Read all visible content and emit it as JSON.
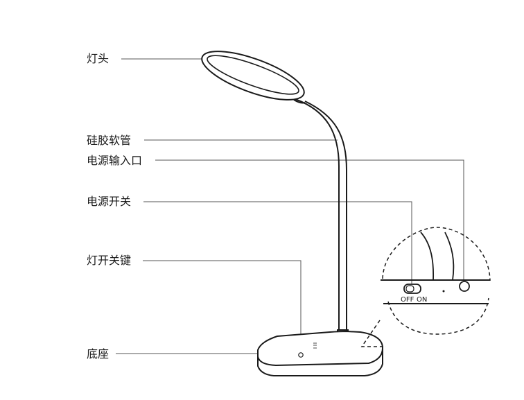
{
  "labels": {
    "lamp_head": "灯头",
    "silicone_hose": "硅胶软管",
    "power_input": "电源输入口",
    "power_switch": "电源开关",
    "light_key": "灯开关键",
    "base": "底座"
  },
  "switch_text": {
    "off": "OFF",
    "on": "ON"
  },
  "colors": {
    "line": "#1a1a1a",
    "leader": "#555555"
  }
}
